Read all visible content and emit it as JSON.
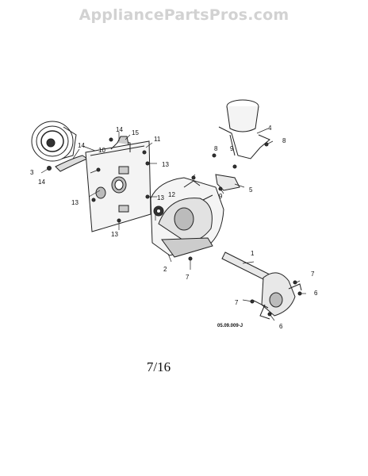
{
  "watermark": "AppliancePartsPros.com",
  "drawing_code": "05.09.009-J",
  "page_number": "7/16",
  "callouts": [
    "1",
    "2",
    "3",
    "4",
    "5",
    "6",
    "6",
    "7",
    "7",
    "7",
    "8",
    "8",
    "9",
    "9",
    "10",
    "11",
    "12",
    "13",
    "13",
    "13",
    "13",
    "14",
    "14",
    "14",
    "15"
  ]
}
